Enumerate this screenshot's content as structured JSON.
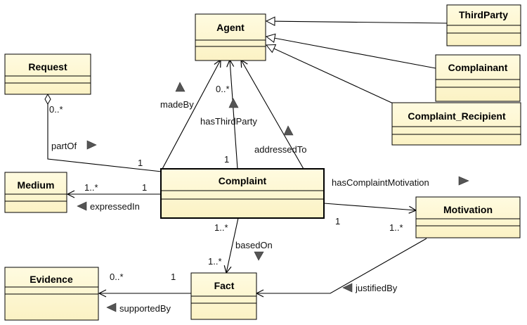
{
  "diagram": {
    "classes": {
      "agent": "Agent",
      "thirdparty": "ThirdParty",
      "complainant": "Complainant",
      "recipient": "Complaint_Recipient",
      "request": "Request",
      "medium": "Medium",
      "complaint": "Complaint",
      "motivation": "Motivation",
      "evidence": "Evidence",
      "fact": "Fact"
    },
    "associations": {
      "madeBy": "madeBy",
      "hasThirdParty": "hasThirdParty",
      "addressedTo": "addressedTo",
      "partOf": "partOf",
      "expressedIn": "expressedIn",
      "hasComplaintMotivation": "hasComplaintMotivation",
      "basedOn": "basedOn",
      "justifiedBy": "justifiedBy",
      "supportedBy": "supportedBy"
    },
    "multiplicities": {
      "agent_hasThirdParty": "0..*",
      "request_partOf": "0..*",
      "complaint_partOf": "1",
      "complaint_madeBy": "1",
      "medium_expressedIn": "1..*",
      "complaint_expressedIn": "1",
      "complaint_motivation": "1",
      "motivation_target": "1..*",
      "complaint_basedOn": "1..*",
      "fact_basedOn": "1..*",
      "evidence_supportedBy": "0..*",
      "fact_supportedBy": "1"
    }
  }
}
